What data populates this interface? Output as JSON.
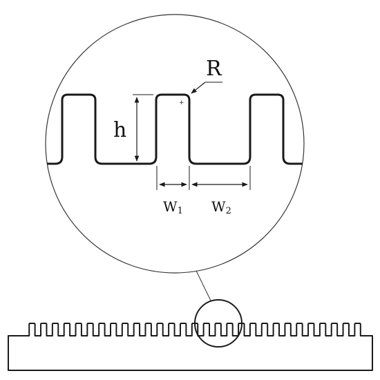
{
  "labels": {
    "radius": "R",
    "height": "h",
    "width1_base": "W",
    "width1_sub": "1",
    "width2_base": "W",
    "width2_sub": "2"
  },
  "colors": {
    "stroke": "#1a1a1a",
    "background": "#ffffff"
  },
  "rack": {
    "tooth_count": 29
  }
}
